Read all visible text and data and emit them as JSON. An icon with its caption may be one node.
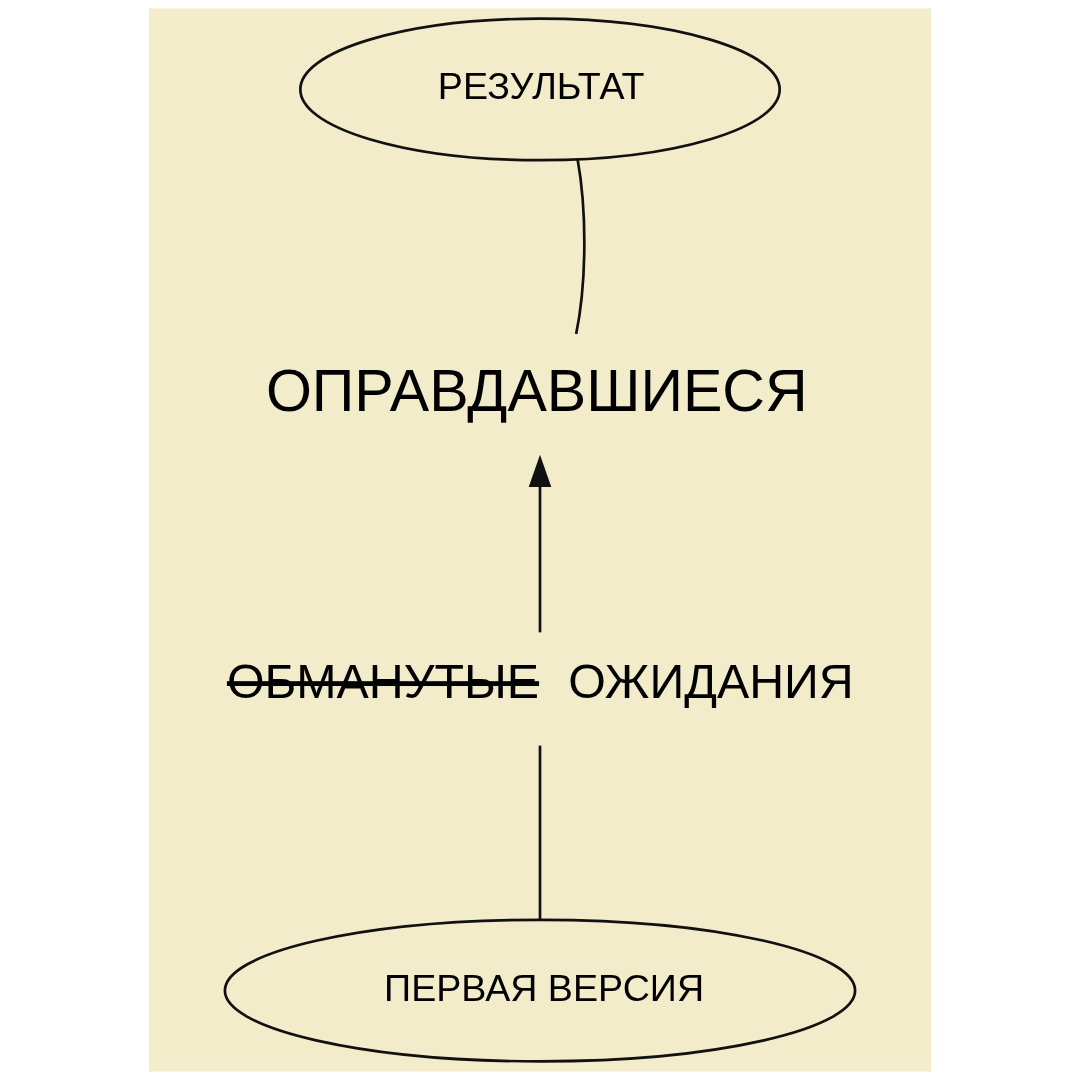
{
  "diagram": {
    "nodes": [
      {
        "text": [
          "РЕЗУЛЬТАТ"
        ]
      },
      {
        "text": [
          "ОПРАВДАВШИЕСЯ"
        ]
      },
      {
        "text": [
          "ОБМАНУТЫЕ",
          "ОЖИДАНИЯ"
        ]
      },
      {
        "text": [
          "ПЕРВАЯ ВЕРСИЯ"
        ]
      }
    ],
    "edges": [
      {
        "from": 0,
        "to": 1,
        "arrow": "none"
      },
      {
        "from": 2,
        "to": 1,
        "arrow": "to"
      },
      {
        "from": 3,
        "to": 2,
        "arrow": "none"
      }
    ]
  }
}
